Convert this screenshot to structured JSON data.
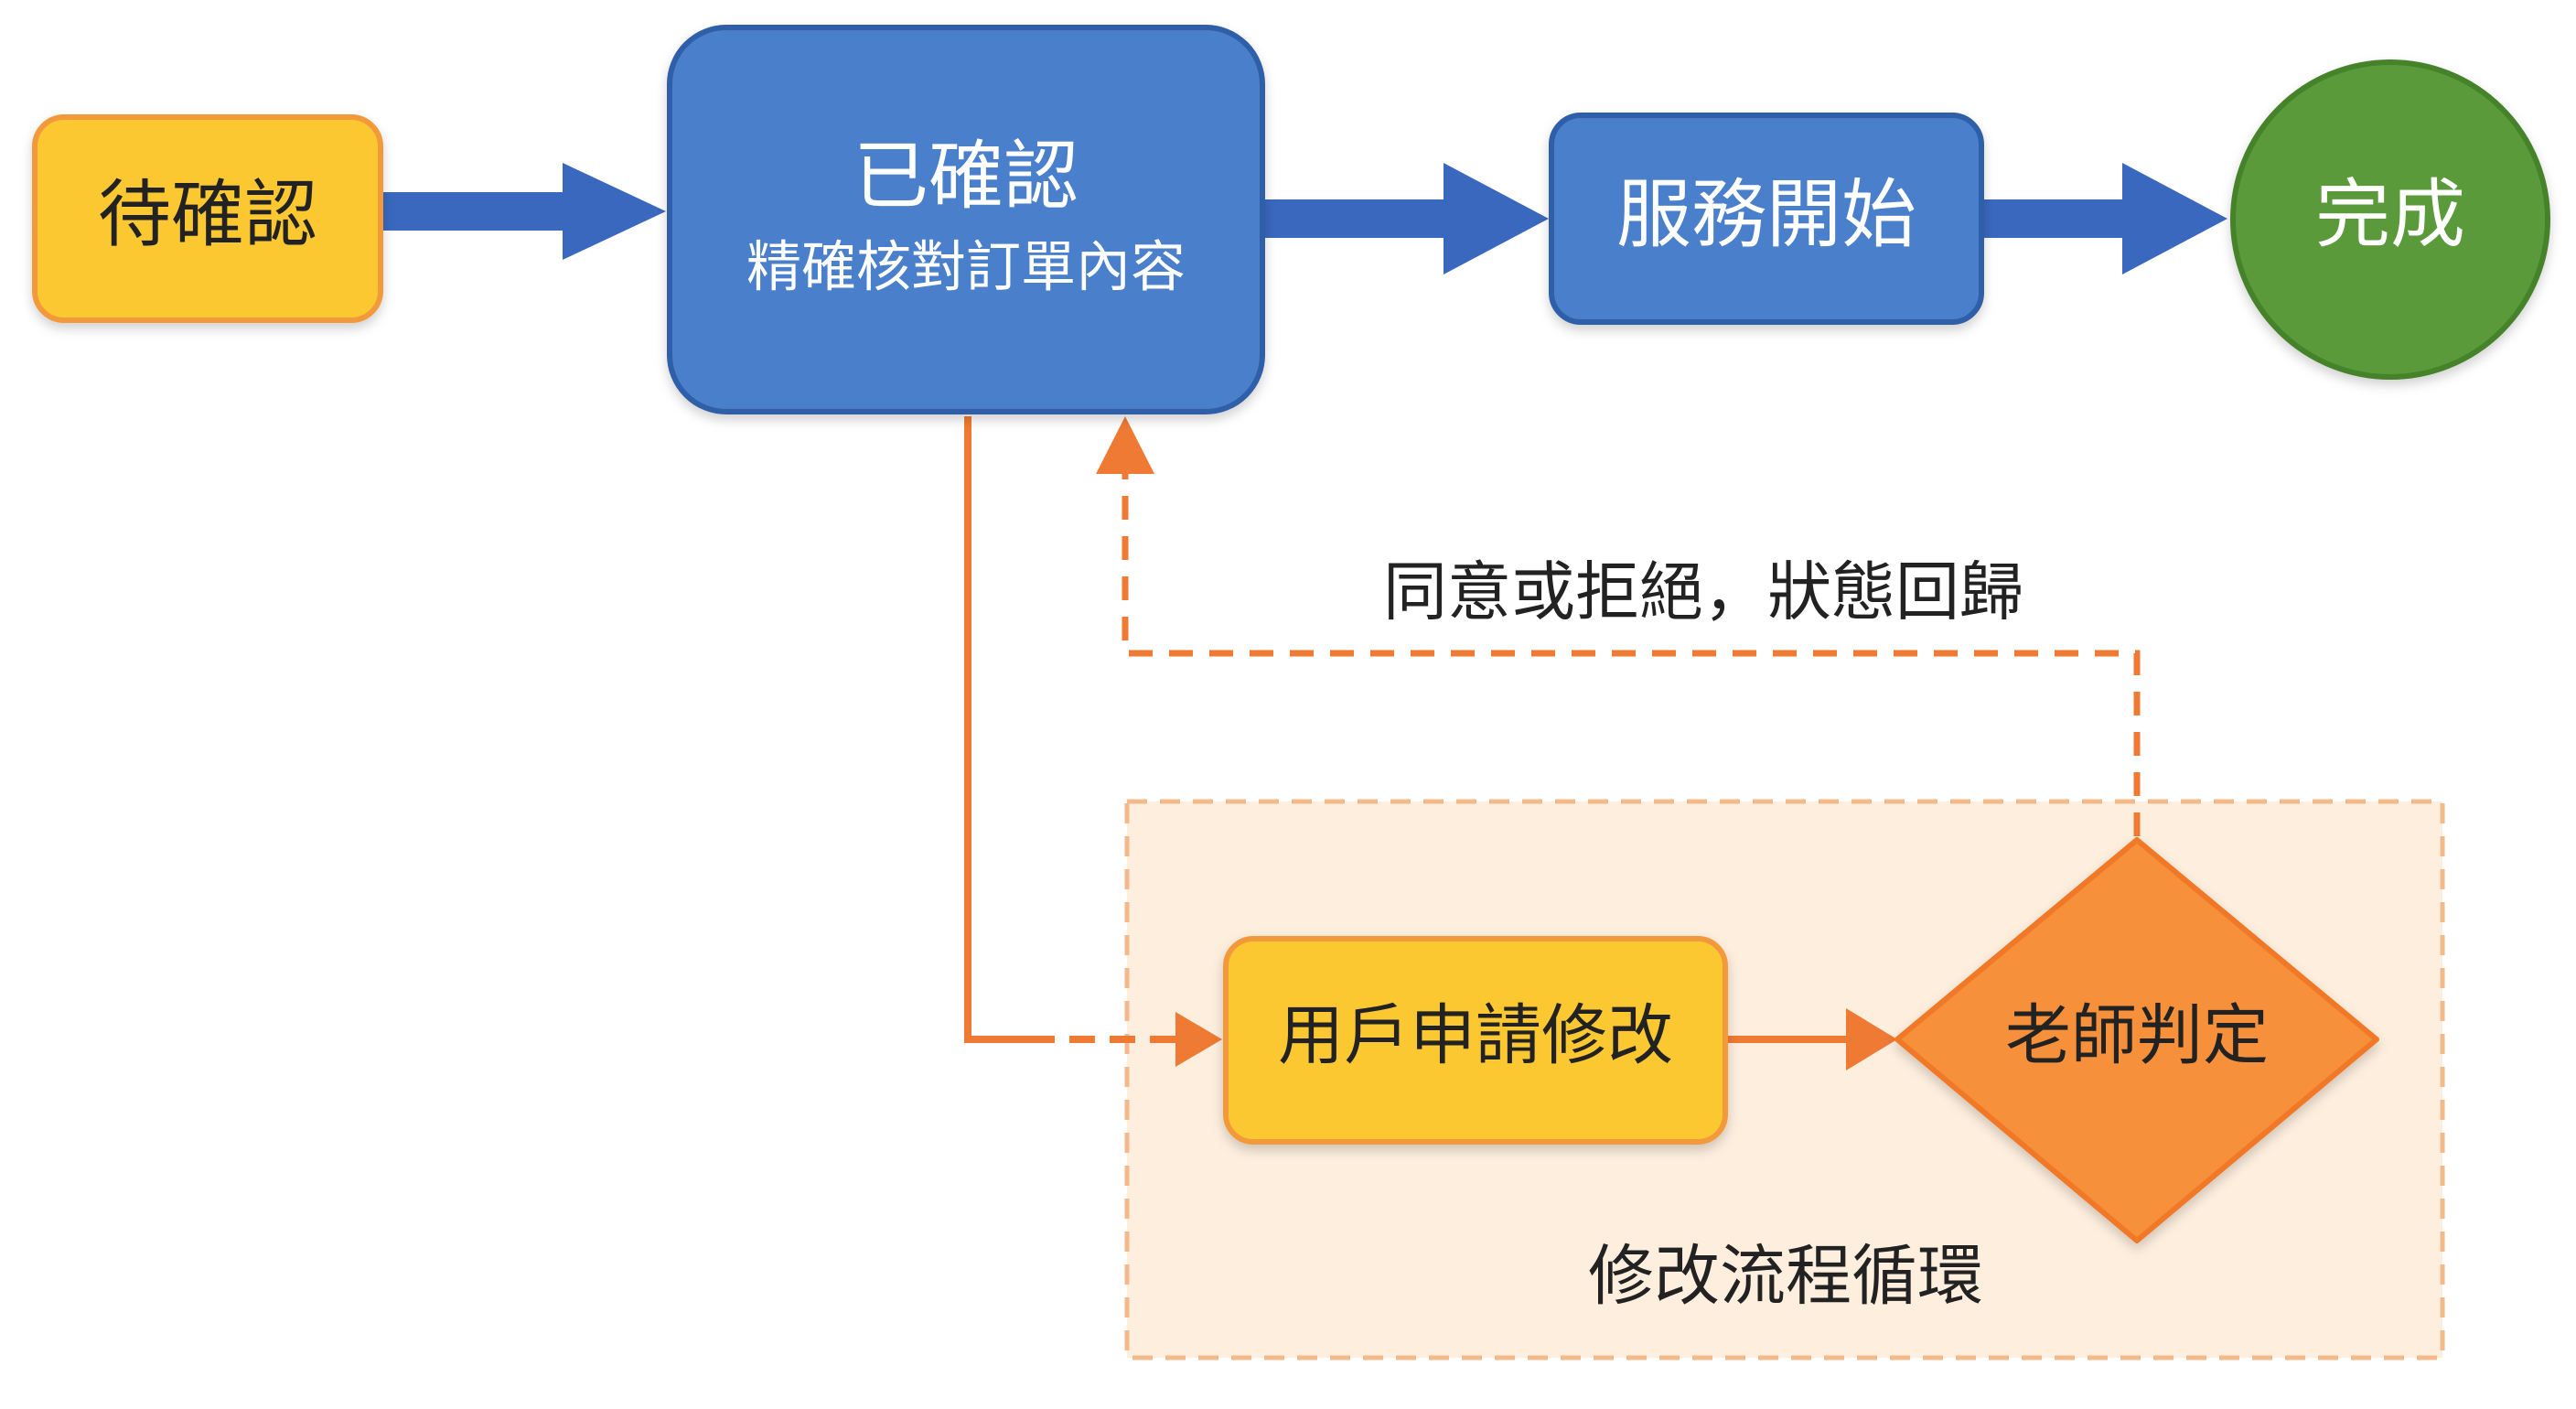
{
  "diagram": {
    "nodes": {
      "pending": {
        "label": "待確認"
      },
      "confirmed": {
        "label": "已確認",
        "sublabel": "精確核對訂單內容"
      },
      "service_start": {
        "label": "服務開始"
      },
      "complete": {
        "label": "完成"
      },
      "user_request": {
        "label": "用戶申請修改"
      },
      "teacher_decision": {
        "label": "老師判定"
      }
    },
    "edges": {
      "return_label": "同意或拒絕，狀態回歸"
    },
    "region": {
      "label": "修改流程循環"
    }
  },
  "colors": {
    "blue_fill": "#4a7fcb",
    "blue_stroke": "#2f5ea8",
    "blue_arrow": "#3a68bf",
    "yellow_fill": "#fcc832",
    "yellow_stroke": "#f29a3a",
    "green_fill": "#5a9a3b",
    "green_stroke": "#44822c",
    "orange_fill": "#f7903b",
    "orange_stroke": "#f07828",
    "orange_line": "#ee7a33",
    "region_fill": "#fdeedd",
    "region_stroke": "#f3b98a",
    "text_dark": "#222222",
    "text_light": "#ffffff"
  }
}
